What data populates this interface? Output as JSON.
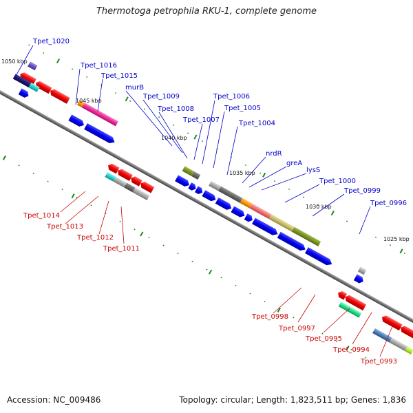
{
  "title": "Thermotoga petrophila RKU-1, complete genome",
  "footer": {
    "accession": "Accession: NC_009486",
    "topology": "Topology: circular; Length: 1,823,511 bp; Genes: 1,836"
  },
  "kbp_labels": [
    "1050 kbp",
    "1045 kbp",
    "1040 kbp",
    "1035 kbp",
    "1030 kbp",
    "1025 kbp"
  ],
  "top_labels": [
    "Tpet_1020",
    "Tpet_1016",
    "Tpet_1015",
    "murB",
    "Tpet_1009",
    "Tpet_1008",
    "Tpet_1007",
    "Tpet_1006",
    "Tpet_1005",
    "Tpet_1004",
    "nrdR",
    "greA",
    "lysS",
    "Tpet_1000",
    "Tpet_0999",
    "Tpet_0996"
  ],
  "bottom_labels": [
    "Tpet_1014",
    "Tpet_1013",
    "Tpet_1012",
    "Tpet_1011",
    "Tpet_0998",
    "Tpet_0997",
    "Tpet_0995",
    "Tpet_0994",
    "Tpet_0993"
  ],
  "colors": {
    "forward_strand": "#0000ee",
    "reverse_strand": "#ee0000",
    "label_top": "#0000cc",
    "label_bottom": "#cc0000",
    "backbone": "#707070",
    "tick": "#1a8a1a"
  }
}
